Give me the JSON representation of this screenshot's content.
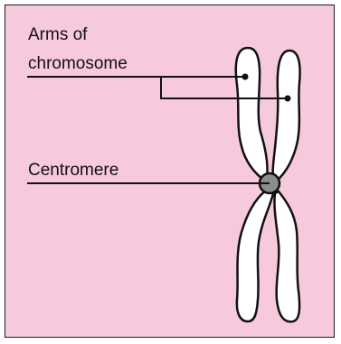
{
  "diagram": {
    "labels": {
      "arms_line1": "Arms of",
      "arms_line2": "chromosome",
      "centromere": "Centromere"
    }
  },
  "colors": {
    "background": "#f7c9dc",
    "chromosome_fill": "#ffffff",
    "outline": "#111111",
    "centromere_fill": "#8c8c8c"
  }
}
